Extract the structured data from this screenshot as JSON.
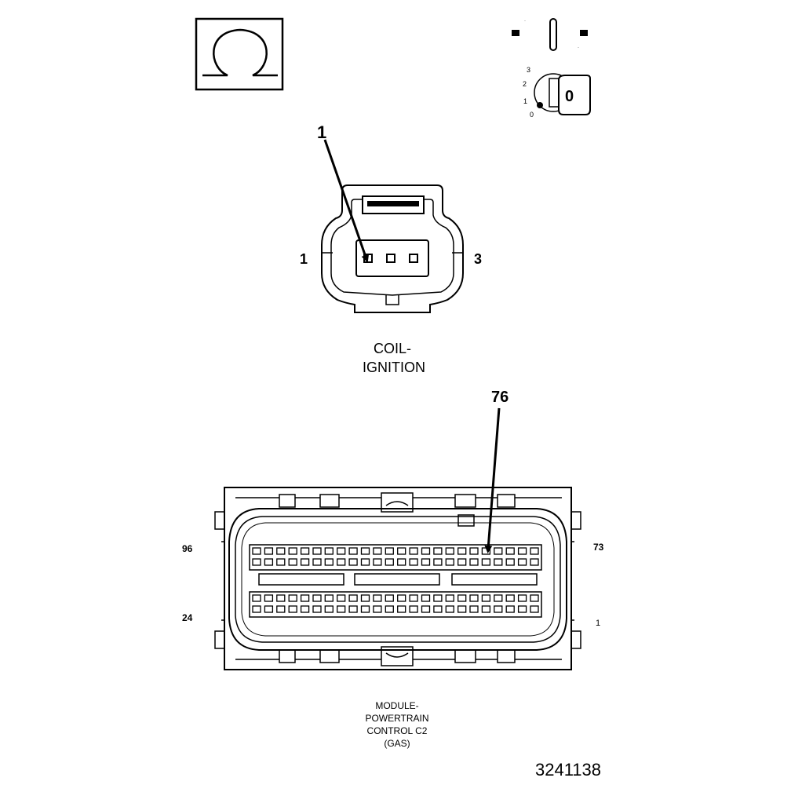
{
  "ohmmeter_icon": {
    "icon": "ohm-symbol-icon"
  },
  "ignition_switch_icon": {
    "icon": "ignition-key-icon",
    "positions": [
      "0",
      "1",
      "2",
      "3"
    ],
    "key_label": "0"
  },
  "coil_connector": {
    "callout": "1",
    "pin_left_label": "1",
    "pin_right_label": "3",
    "title_line1": "COIL-",
    "title_line2": "IGNITION"
  },
  "pcm_connector": {
    "callout": "76",
    "label_top_left": "96",
    "label_top_right": "73",
    "label_bottom_left": "24",
    "label_bottom_right": "1",
    "title_line1": "MODULE-",
    "title_line2": "POWERTRAIN",
    "title_line3": "CONTROL C2",
    "title_line4": "(GAS)"
  },
  "figure_number": "3241138"
}
